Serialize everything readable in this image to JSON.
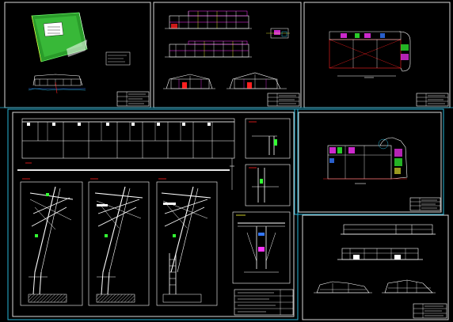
{
  "canvas": {
    "background": "#000000"
  },
  "sheets": [
    {
      "id": "site-plan",
      "kind": "site plan with section"
    },
    {
      "id": "elevations",
      "kind": "facade elevations and sections"
    },
    {
      "id": "floor-plan-a",
      "kind": "floor plan"
    },
    {
      "id": "structural-details",
      "kind": "roof truss and column details"
    },
    {
      "id": "floor-plan-b",
      "kind": "floor plan"
    },
    {
      "id": "exterior-views",
      "kind": "elevation views"
    }
  ],
  "colors": {
    "sheet_frame": "#d8d8d8",
    "outer_frame": "#29b6d8",
    "linework": "#ffffff",
    "accent_red": "#ff2020",
    "accent_magenta": "#ff33ff",
    "accent_green": "#33ff33",
    "accent_yellow": "#ffff33",
    "accent_blue": "#3377ff",
    "accent_cyan": "#33ffff"
  },
  "icons": [
    "title-block-icon"
  ]
}
